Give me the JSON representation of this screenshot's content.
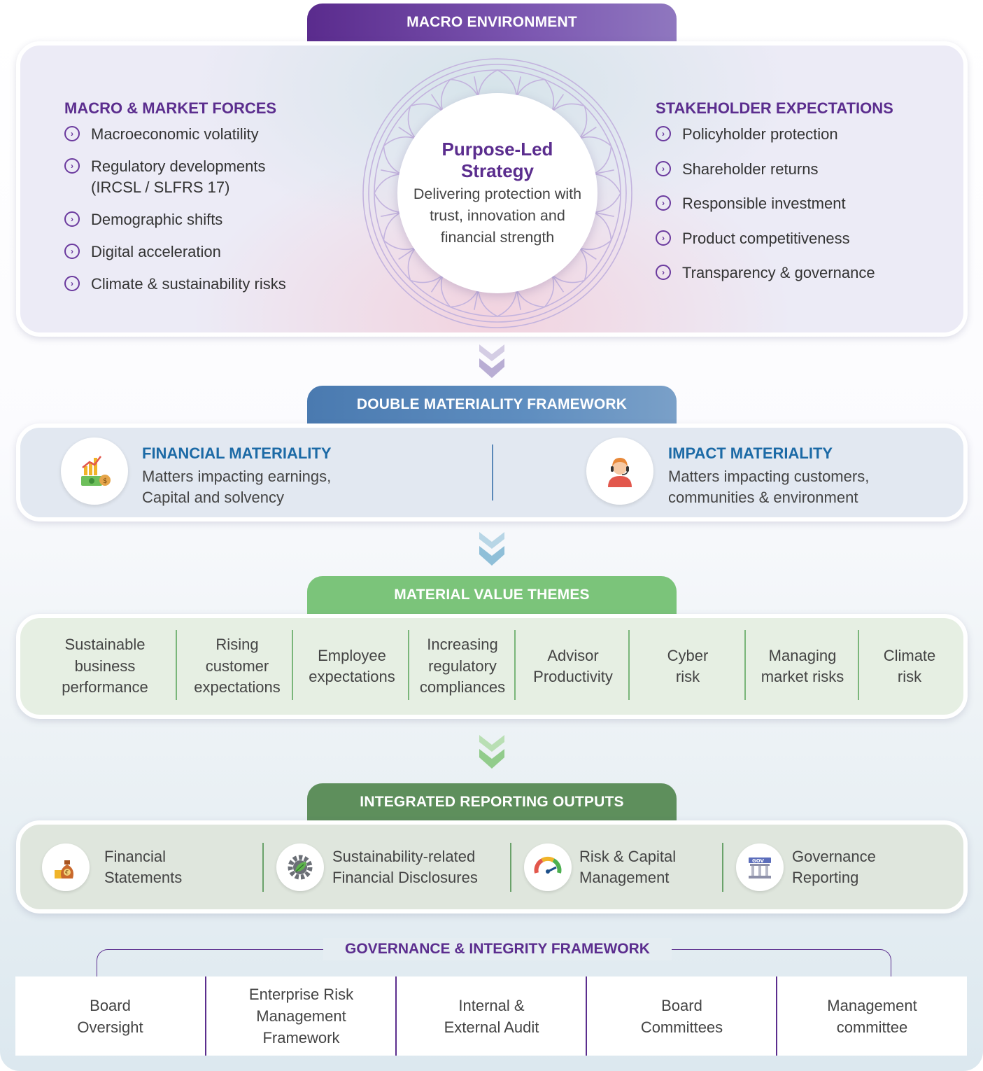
{
  "macro": {
    "tab": "MACRO ENVIRONMENT",
    "left_title": "MACRO & MARKET FORCES",
    "left_items": [
      {
        "line1": "Macroeconomic volatility",
        "line2": ""
      },
      {
        "line1": "Regulatory developments",
        "line2": "(IRCSL / SLFRS 17)"
      },
      {
        "line1": "Demographic shifts",
        "line2": ""
      },
      {
        "line1": "Digital acceleration",
        "line2": ""
      },
      {
        "line1": "Climate & sustainability risks",
        "line2": ""
      }
    ],
    "center_title": "Purpose-Led Strategy",
    "center_text": "Delivering protection with trust, innovation and financial strength",
    "right_title": "STAKEHOLDER EXPECTATIONS",
    "right_items": [
      "Policyholder protection",
      "Shareholder returns",
      "Responsible investment",
      "Product competitiveness",
      "Transparency & governance"
    ]
  },
  "double_materiality": {
    "tab": "DOUBLE MATERIALITY FRAMEWORK",
    "financial_title": "FINANCIAL MATERIALITY",
    "financial_text_1": "Matters impacting earnings,",
    "financial_text_2": "Capital and solvency",
    "impact_title": "IMPACT MATERIALITY",
    "impact_text_1": "Matters impacting customers,",
    "impact_text_2": "communities & environment"
  },
  "themes": {
    "tab": "MATERIAL VALUE THEMES",
    "items": [
      [
        "Sustainable",
        "business",
        "performance"
      ],
      [
        "Rising",
        "customer",
        "expectations"
      ],
      [
        "Employee",
        "expectations"
      ],
      [
        "Increasing",
        "regulatory",
        "compliances"
      ],
      [
        "Advisor",
        "Productivity"
      ],
      [
        "Cyber",
        "risk"
      ],
      [
        "Managing",
        "market risks"
      ],
      [
        "Climate",
        "risk"
      ]
    ]
  },
  "integrated": {
    "tab": "INTEGRATED REPORTING OUTPUTS",
    "items": [
      {
        "l1": "Financial",
        "l2": "Statements",
        "icon": "money-bag-icon"
      },
      {
        "l1": "Sustainability-related",
        "l2": "Financial Disclosures",
        "icon": "gear-leaf-icon"
      },
      {
        "l1": "Risk & Capital",
        "l2": "Management",
        "icon": "gauge-icon"
      },
      {
        "l1": "Governance",
        "l2": "Reporting",
        "icon": "gov-building-icon"
      }
    ],
    "gov_badge": "GOV"
  },
  "governance": {
    "title": "GOVERNANCE & INTEGRITY FRAMEWORK",
    "items": [
      [
        "Board",
        "Oversight"
      ],
      [
        "Enterprise Risk",
        "Management",
        "Framework"
      ],
      [
        "Internal &",
        "External Audit"
      ],
      [
        "Board",
        "Committees"
      ],
      [
        "Management",
        "committee"
      ]
    ]
  },
  "colors": {
    "purple": "#5b2d8e",
    "blue": "#1c6aa6",
    "green_tab": "#7bc47a",
    "dark_green_tab": "#5e8f5c"
  }
}
